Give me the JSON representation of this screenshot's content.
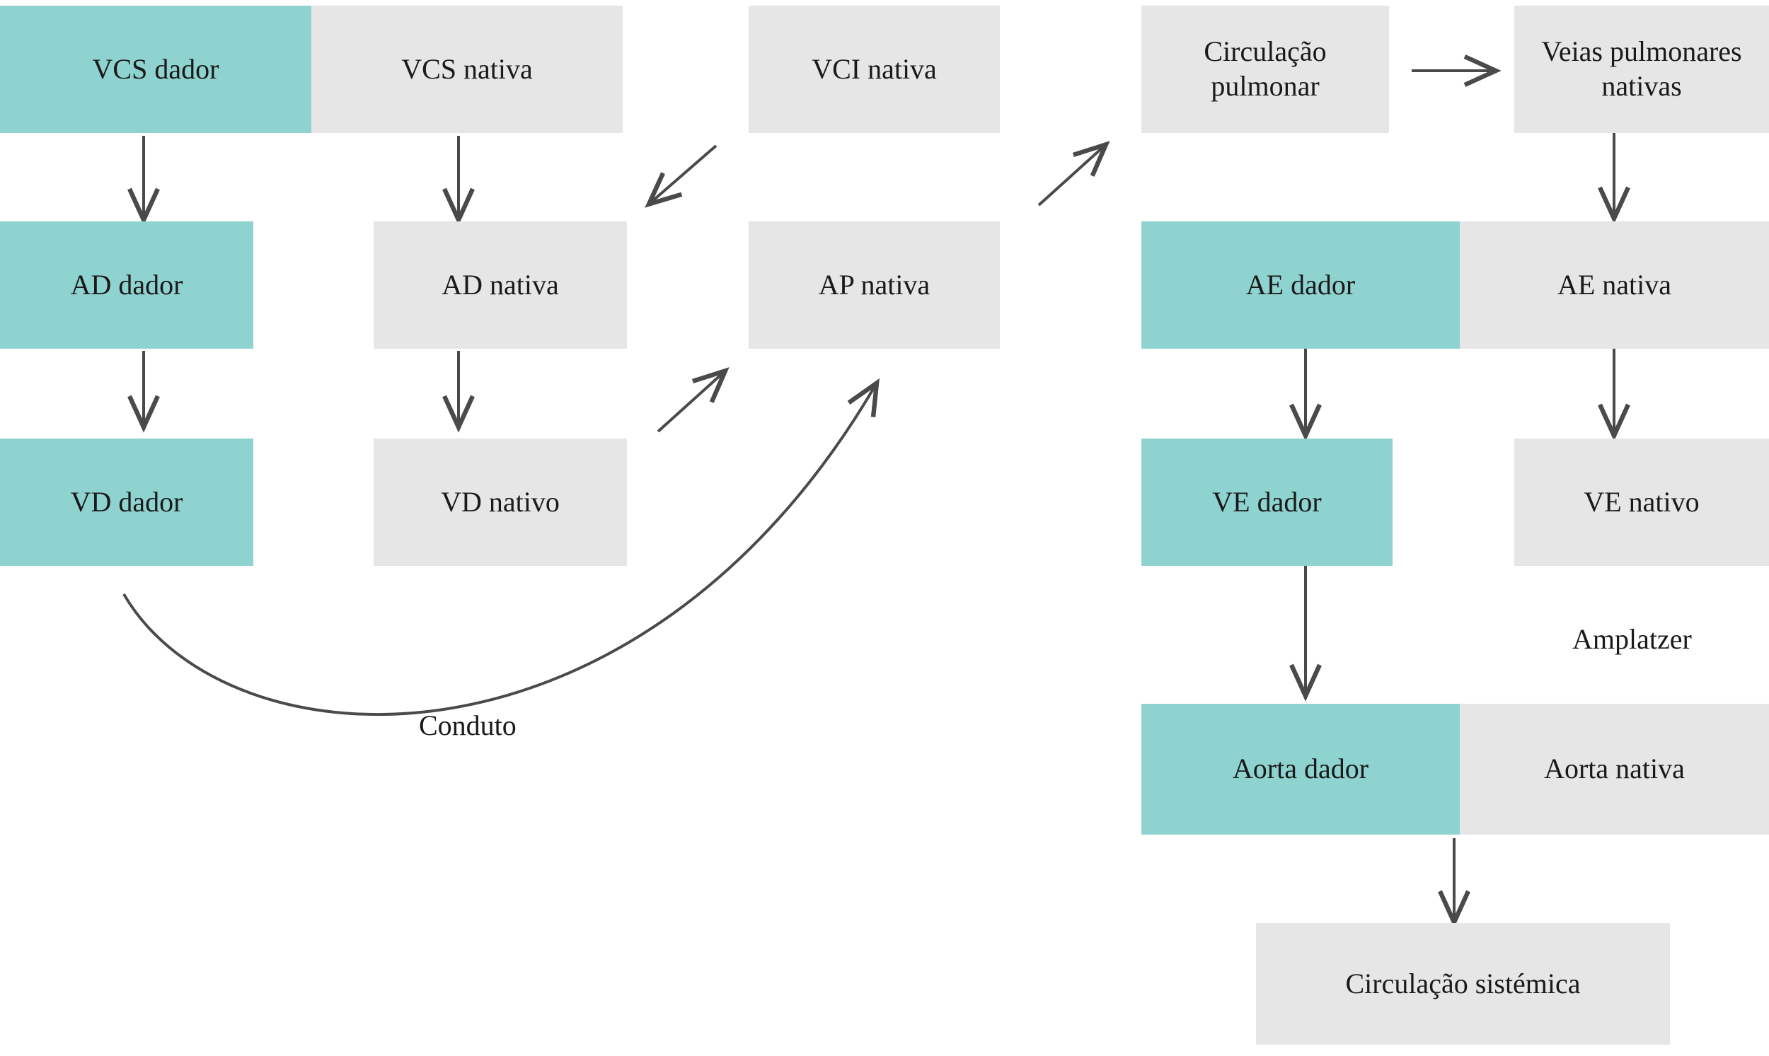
{
  "palette": {
    "donor_color": "#8fd3d0",
    "native_color": "#e6e6e7",
    "text_color": "#1a1a1a",
    "arrow_color": "#4a4a4a",
    "background": "#ffffff"
  },
  "diagram": {
    "type": "flowchart",
    "language": "pt-PT",
    "legend_meaning": {
      "teal": "dador (donor)",
      "gray": "nativa/nativo (native)"
    },
    "nodes": {
      "vcs_dador": "VCS dador",
      "vcs_nativa": "VCS nativa",
      "vci_nativa": "VCI nativa",
      "circulacao_pulmonar": "Circulação pulmonar",
      "veias_pulmonares_nativas": "Veias pulmonares nativas",
      "ad_dador": "AD dador",
      "ad_nativa": "AD nativa",
      "ap_nativa": "AP nativa",
      "ae_dador": "AE dador",
      "ae_nativa": "AE nativa",
      "vd_dador": "VD dador",
      "vd_nativo": "VD nativo",
      "ve_dador": "VE dador",
      "ve_nativo": "VE nativo",
      "aorta_dador": "Aorta dador",
      "aorta_nativa": "Aorta nativa",
      "circulacao_sistemica": "Circulação sistémica"
    },
    "labels": {
      "conduto": "Conduto",
      "amplatzer": "Amplatzer"
    },
    "edges": [
      {
        "from": "vcs_dador",
        "to": "ad_dador",
        "style": "straight-down"
      },
      {
        "from": "vcs_nativa",
        "to": "ad_nativa",
        "style": "straight-down"
      },
      {
        "from": "vci_nativa",
        "to": "ad_nativa",
        "style": "diagonal-down-left"
      },
      {
        "from": "ad_dador",
        "to": "vd_dador",
        "style": "straight-down"
      },
      {
        "from": "ad_nativa",
        "to": "vd_nativo",
        "style": "straight-down"
      },
      {
        "from": "vd_nativo",
        "to": "ap_nativa",
        "style": "diagonal-up-right"
      },
      {
        "from": "vd_dador",
        "to": "ap_nativa",
        "style": "curved",
        "label": "Conduto"
      },
      {
        "from": "ap_nativa",
        "to": "circulacao_pulmonar",
        "style": "diagonal-up-right"
      },
      {
        "from": "circulacao_pulmonar",
        "to": "veias_pulmonares_nativas",
        "style": "straight-right"
      },
      {
        "from": "veias_pulmonares_nativas",
        "to": "ae_nativa",
        "style": "straight-down"
      },
      {
        "from": "ae_dador",
        "to": "ve_dador",
        "style": "straight-down"
      },
      {
        "from": "ae_nativa",
        "to": "ve_nativo",
        "style": "straight-down"
      },
      {
        "from": "ve_dador",
        "to": "aorta_dador",
        "style": "straight-down"
      },
      {
        "from": "aorta_dador",
        "to": "circulacao_sistemica",
        "style": "straight-down"
      }
    ]
  }
}
